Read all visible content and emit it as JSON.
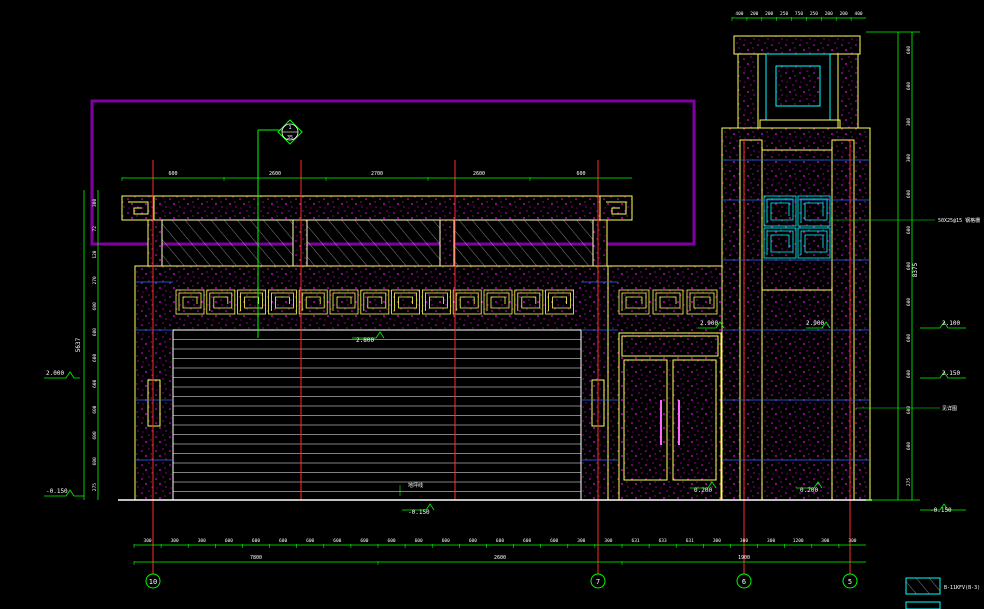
{
  "colors": {
    "background": "#000000",
    "dim_line": "#00ff00",
    "dim_text": "#ffffff",
    "axis_line": "#ff2a2a",
    "outline": "#ffff55",
    "wall_line": "#00ffff",
    "speckle": "#ff00ff",
    "frame": "#8000a0",
    "grid_blue": "#2a6cff"
  },
  "grid_axes": [
    {
      "label": "10"
    },
    {
      "label": "7"
    },
    {
      "label": "6"
    },
    {
      "label": "5"
    }
  ],
  "dims_top_roof": [
    "600",
    "2600",
    "2700",
    "2600",
    "600"
  ],
  "dims_tower_top": [
    "400",
    "200",
    "200",
    "250",
    "750",
    "250",
    "200",
    "200",
    "400"
  ],
  "dims_bottom_row1": [
    "300",
    "300",
    "300",
    "600",
    "600",
    "600",
    "600",
    "600",
    "600",
    "600",
    "600",
    "600",
    "600",
    "600",
    "600",
    "600",
    "300",
    "300",
    "631",
    "633",
    "631",
    "300",
    "300",
    "300",
    "1200",
    "300",
    "300"
  ],
  "dims_bottom_row2": [
    "7800",
    "2600",
    "1900"
  ],
  "dims_left": [
    "275",
    "600",
    "600",
    "600",
    "600",
    "600",
    "600",
    "600",
    "270",
    "120",
    "72",
    "300"
  ],
  "dims_left_total": "5637",
  "dims_right": [
    "275",
    "600",
    "600",
    "600",
    "600",
    "600",
    "600",
    "600",
    "600",
    "300",
    "300",
    "600",
    "600"
  ],
  "dims_right_total": "8375",
  "levels": {
    "left_2000": "2.000",
    "left_m0150": "-0.150",
    "garage_2800": "2.800",
    "garage_floor": "-0.150",
    "door1_2900": "2.900",
    "door2_2900": "2.900",
    "door1_floor": "0.200",
    "door2_floor": "0.200",
    "right_2100": "2.100",
    "right_2150": "2.150",
    "right_m0150": "-0.150"
  },
  "annotations": {
    "tower_material": "50X25@15 钢格栅",
    "right_mark": "见详图",
    "floor_mark": "地坪线"
  },
  "section_marker": {
    "top": "1",
    "bottom": "35"
  },
  "legend": {
    "label": "B-11KFV(B-3)"
  }
}
